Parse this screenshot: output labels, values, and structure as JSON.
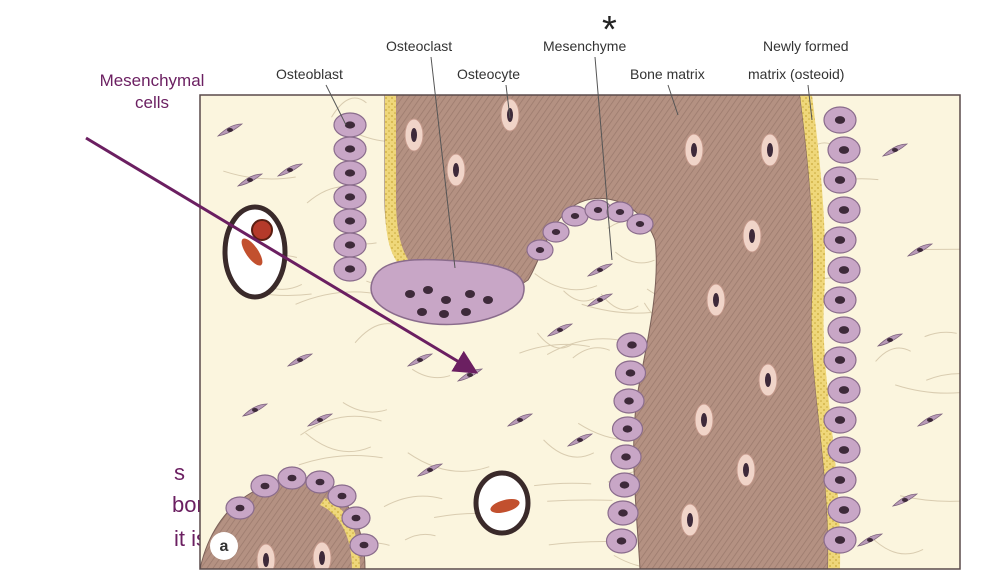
{
  "callout": {
    "line1": "Mesenchymal",
    "line2": "cells",
    "color": "#6b1f61"
  },
  "partial_text": [
    "s",
    "bone",
    "it isn’t"
  ],
  "figure": {
    "labels": {
      "osteoblast": "Osteoblast",
      "osteoclast": "Osteoclast",
      "osteocyte": "Osteocyte",
      "mesenchyme": "Mesenchyme",
      "bone_matrix": "Bone matrix",
      "newly_formed_1": "Newly formed",
      "newly_formed_2": "matrix (osteoid)"
    },
    "asterisk": "*",
    "panel_letter": "a",
    "colors": {
      "background": "#fbf5de",
      "bone": "#b49182",
      "bone_stripe": "#9c7b6e",
      "cell": "#c8a6c6",
      "cell_border": "#8a6c8c",
      "nucleus": "#3e2a3a",
      "osteoid": "#efd77a",
      "frame": "#5a4a4a"
    }
  }
}
